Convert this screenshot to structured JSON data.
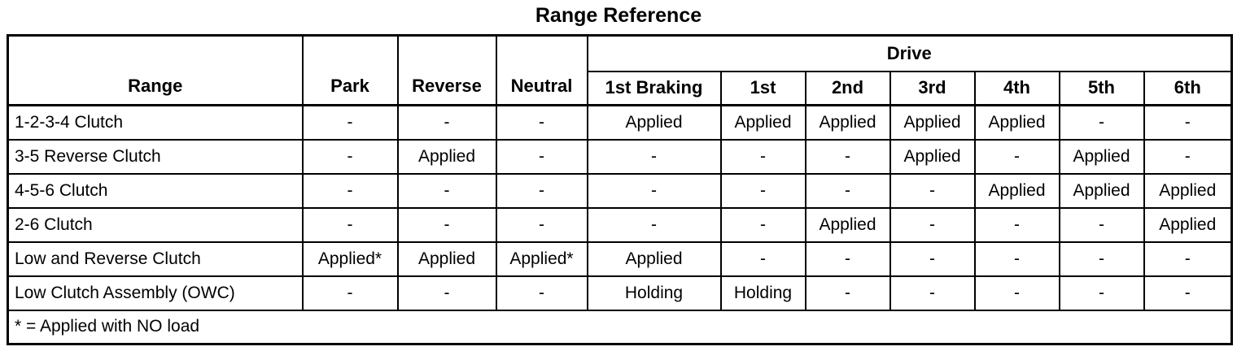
{
  "title": "Range Reference",
  "colors": {
    "text": "#000000",
    "background": "#ffffff",
    "border": "#000000"
  },
  "table": {
    "drive_header": "Drive",
    "columns": [
      "Range",
      "Park",
      "Reverse",
      "Neutral",
      "1st Braking",
      "1st",
      "2nd",
      "3rd",
      "4th",
      "5th",
      "6th"
    ],
    "rows": [
      {
        "label": "1-2-3-4 Clutch",
        "cells": [
          "-",
          "-",
          "-",
          "Applied",
          "Applied",
          "Applied",
          "Applied",
          "Applied",
          "-",
          "-"
        ]
      },
      {
        "label": "3-5 Reverse Clutch",
        "cells": [
          "-",
          "Applied",
          "-",
          "-",
          "-",
          "-",
          "Applied",
          "-",
          "Applied",
          "-"
        ]
      },
      {
        "label": "4-5-6 Clutch",
        "cells": [
          "-",
          "-",
          "-",
          "-",
          "-",
          "-",
          "-",
          "Applied",
          "Applied",
          "Applied"
        ]
      },
      {
        "label": "2-6 Clutch",
        "cells": [
          "-",
          "-",
          "-",
          "-",
          "-",
          "Applied",
          "-",
          "-",
          "-",
          "Applied"
        ]
      },
      {
        "label": "Low and Reverse Clutch",
        "cells": [
          "Applied*",
          "Applied",
          "Applied*",
          "Applied",
          "-",
          "-",
          "-",
          "-",
          "-",
          "-"
        ]
      },
      {
        "label": "Low Clutch Assembly (OWC)",
        "cells": [
          "-",
          "-",
          "-",
          "Holding",
          "Holding",
          "-",
          "-",
          "-",
          "-",
          "-"
        ]
      }
    ],
    "footnote": "* = Applied with NO load"
  }
}
